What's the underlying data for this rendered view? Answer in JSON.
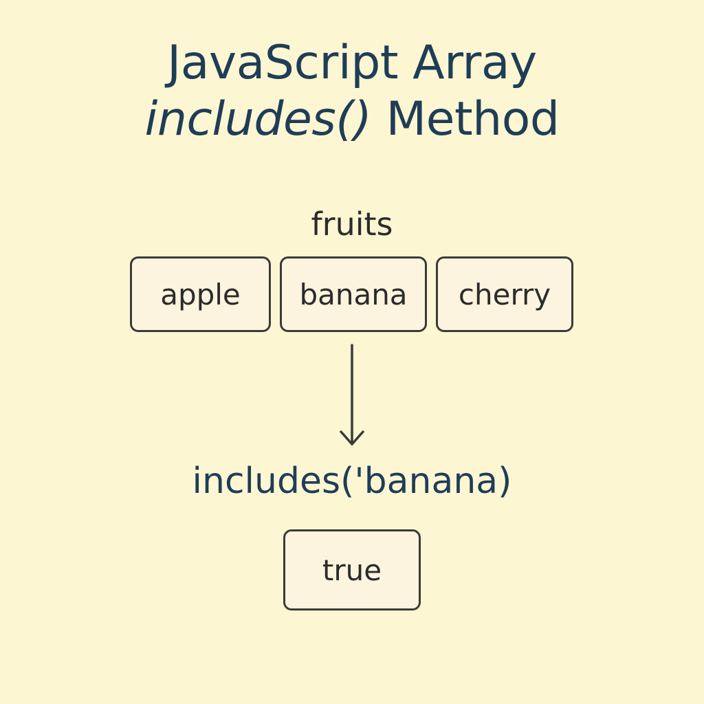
{
  "title": {
    "line1": "JavaScript Array",
    "method_name": "includes()",
    "method_suffix": " Method"
  },
  "array": {
    "name": "fruits",
    "items": [
      "apple",
      "banana",
      "cherry"
    ]
  },
  "call": "includes('banana)",
  "result": "true",
  "colors": {
    "background": "#fdf6d3",
    "title": "#1f3d56",
    "text": "#2b2b2b",
    "box_border": "#3a3a3a",
    "box_fill": "#fcf4de"
  }
}
